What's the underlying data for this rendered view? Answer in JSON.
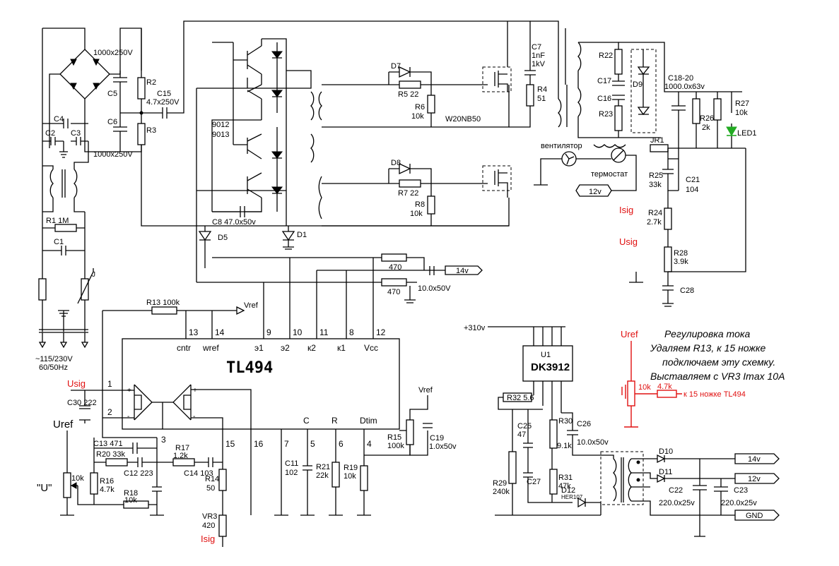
{
  "chip": {
    "name": "TL494"
  },
  "chip_pins_top": [
    {
      "num": "13",
      "name": "cntr"
    },
    {
      "num": "14",
      "name": "wref"
    },
    {
      "num": "9",
      "name": "э1"
    },
    {
      "num": "10",
      "name": "э2"
    },
    {
      "num": "11",
      "name": "к2"
    },
    {
      "num": "8",
      "name": "к1"
    },
    {
      "num": "12",
      "name": "Vcc"
    }
  ],
  "chip_pins_bottom": [
    {
      "num": "15",
      "name": ""
    },
    {
      "num": "16",
      "name": ""
    },
    {
      "num": "7",
      "name": ""
    },
    {
      "num": "5",
      "name": "C"
    },
    {
      "num": "6",
      "name": "R"
    },
    {
      "num": "4",
      "name": "Dtim"
    }
  ],
  "chip_pins_left": [
    "1",
    "2",
    "3"
  ],
  "components": {
    "R1": "R1 1M",
    "R2": "R2",
    "R3": "R3",
    "C1": "C1",
    "C2": "C2",
    "C3": "C3",
    "C4": "C4",
    "C5": "C5",
    "C6": "C6",
    "cap_top": "1000x250V",
    "cap_bot": "1000x250V",
    "C15_name": "C15",
    "C15_val": "4.7x250V",
    "t9012": "9012",
    "t9013": "9013",
    "C8": "C8 47.0x50v",
    "D1": "D1",
    "D5": "D5",
    "D7": "D7",
    "D8": "D8",
    "R5": "R5 22",
    "R7": "R7 22",
    "R6": "R6",
    "R6v": "10k",
    "R8": "R8",
    "R8v": "10k",
    "W20": "W20NB50",
    "C7": "C7",
    "C7a": "1nF",
    "C7b": "1kV",
    "R4": "R4",
    "R4v": "51",
    "R470a": "470",
    "R470b": "470",
    "Ccap10": "10.0x50V",
    "tag14": "14v",
    "R13": "R13  100k",
    "Vref1": "Vref",
    "Usig_l": "Usig",
    "C30": "C30  222",
    "Uref_l": "Uref",
    "U_q": "\"U\"",
    "pot10k": "10k",
    "C13": "C13 471",
    "R20": "R20 33k",
    "C12": "C12 223",
    "R17": "R17",
    "R17v": "1.2k",
    "C14": "C14 103",
    "R14": "R14",
    "R14v": "50",
    "VR3": "VR3",
    "VR3v": "420",
    "Isig_b": "Isig",
    "R16": "R16",
    "R16v": "4.7k",
    "R18": "R18",
    "R18v": "10k",
    "C11": "C11",
    "C11v": "102",
    "R21": "R21",
    "R21v": "22k",
    "R19": "R19",
    "R19v": "10k",
    "R15": "R15",
    "R15v": "100k",
    "C19": "C19",
    "C19v": "1.0x50v",
    "Vref2": "Vref",
    "mains_a": "~115/230V",
    "mains_b": "60/50Hz",
    "R22": "R22",
    "C17": "C17",
    "D9": "D9",
    "C16": "C16",
    "R23": "R23",
    "C1820": "C18-20",
    "C1820v": "1000.0x63v",
    "R26": "R26",
    "R26v": "2k",
    "R27": "R27",
    "R27v": "10k",
    "LED1": "LED1",
    "fan": "вентилятор",
    "thermo": "термостат",
    "JR1": "JR1",
    "tag12": "12v",
    "R25": "R25",
    "R25v": "33k",
    "C21": "C21",
    "C21v": "104",
    "Isig_r": "Isig",
    "R24": "R24",
    "R24v": "2.7k",
    "Usig_r": "Usig",
    "R28": "R28",
    "R28v": "3.9k",
    "C28": "C28",
    "v310": "+310v",
    "U1": "U1",
    "DK": "DK3912",
    "R32": "R32 5.6",
    "C25": "C25",
    "C25v": "47",
    "R30": "R30",
    "R30v": "9.1k",
    "C26": "C26",
    "C26v": "10.0x50v",
    "R29": "R29",
    "R29v": "240k",
    "C27": "C27",
    "R31": "R31",
    "R31v": "47k",
    "D12": "D12",
    "D12v": "HER107",
    "D10": "D10",
    "D11": "D11",
    "C22": "C22",
    "C22v": "220.0x25v",
    "C23": "C23",
    "C23v": "220.0x25v",
    "tag14b": "14v",
    "tag12b": "12v",
    "GND": "GND",
    "Uref_r": "Uref",
    "pot_r": "10k",
    "res_r": "4.7k",
    "pin15": "к 15 ножке TL494"
  },
  "note": {
    "title": "Регулировка тока",
    "line1": "Удаляем R13, к 15 ножке",
    "line2": "подключаем эту схемку.",
    "line3": "Выставляем с VR3  Imax 10A"
  },
  "colors": {
    "wire": "#000000",
    "accent": "#e01010",
    "led": "#22aa22"
  }
}
